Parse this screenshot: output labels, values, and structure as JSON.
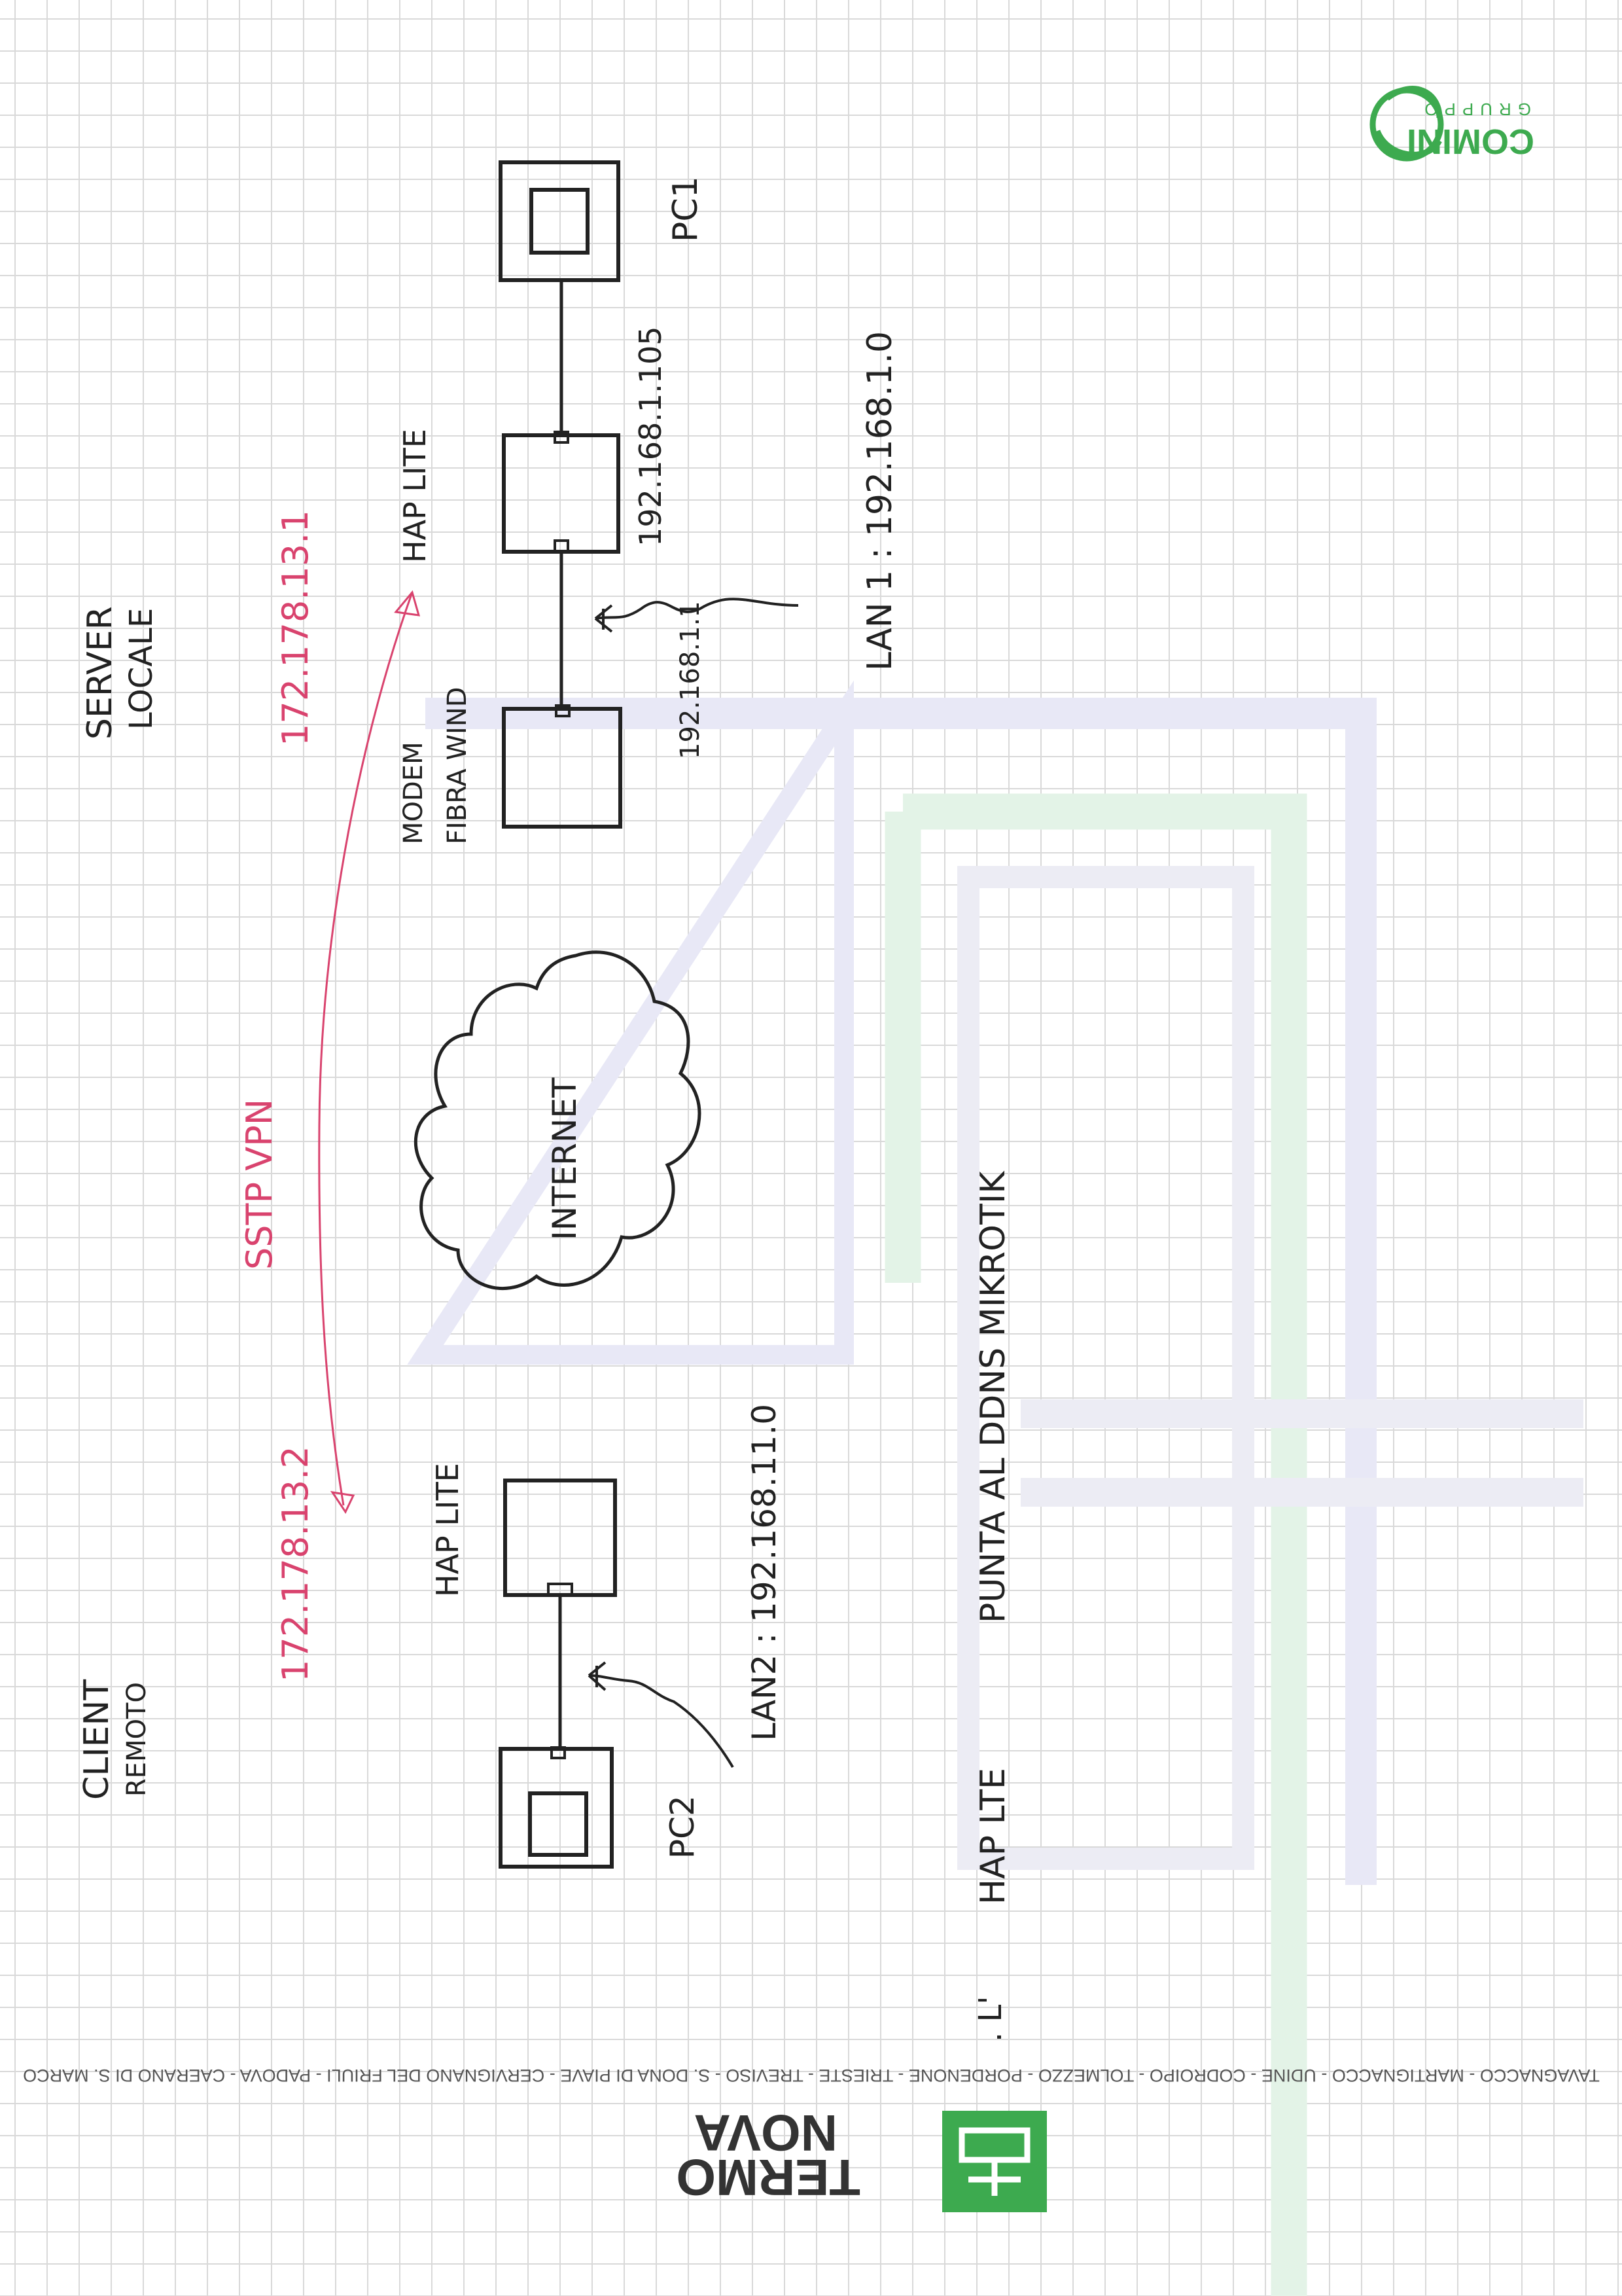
{
  "server": {
    "title_line1": "SERVER",
    "title_line2": "LOCALE"
  },
  "client": {
    "title_line1": "CLIENT",
    "title_line2": "REMOTO"
  },
  "devices": {
    "pc1": "PC1",
    "pc2": "PC2",
    "hap_lite_server": "HAP LITE",
    "hap_lite_client": "HAP LITE",
    "modem_line1": "MODEM",
    "modem_line2": "FIBRA WIND",
    "internet": "INTERNET"
  },
  "addresses": {
    "pc1_ip": "192.168.1.105",
    "lan1": "LAN 1 :   192.168.1.0",
    "gateway": "192.168.1.1",
    "lan2": "LAN2 :   192.168.11.0",
    "vpn_server_ip": "172.178.13.1",
    "vpn_client_ip": "172.178.13.2"
  },
  "vpn": {
    "label": "SSTP    VPN"
  },
  "notes": {
    "line1": "PUNTA   AL   DDNS   MIKROTIK",
    "line2": "HAP LTE",
    "mark": ". L'"
  },
  "branding": {
    "gruppo_comini_line1": "GRUPPO",
    "gruppo_comini_line2": "COMINI",
    "termo_nova_line1": "TERMO",
    "termo_nova_line2": "NOVA",
    "locations": "TAVAGNACCO - MARTIGNACCO - UDINE - CODROIPO - TOLMEZZO - PORDENONE - TRIESTE - TREVISO - S. DONA DI PIAVE - CERVIGNANO DEL FRIULI - PADOVA - CAERANO DI S. MARCO"
  },
  "colors": {
    "ink": "#222222",
    "vpn_pink": "#d9436e",
    "brand_green": "#3daa4f",
    "watermark_green": "#e3f3e7",
    "watermark_lavender": "#e8e8f6",
    "grid": "#d9d9d9"
  }
}
